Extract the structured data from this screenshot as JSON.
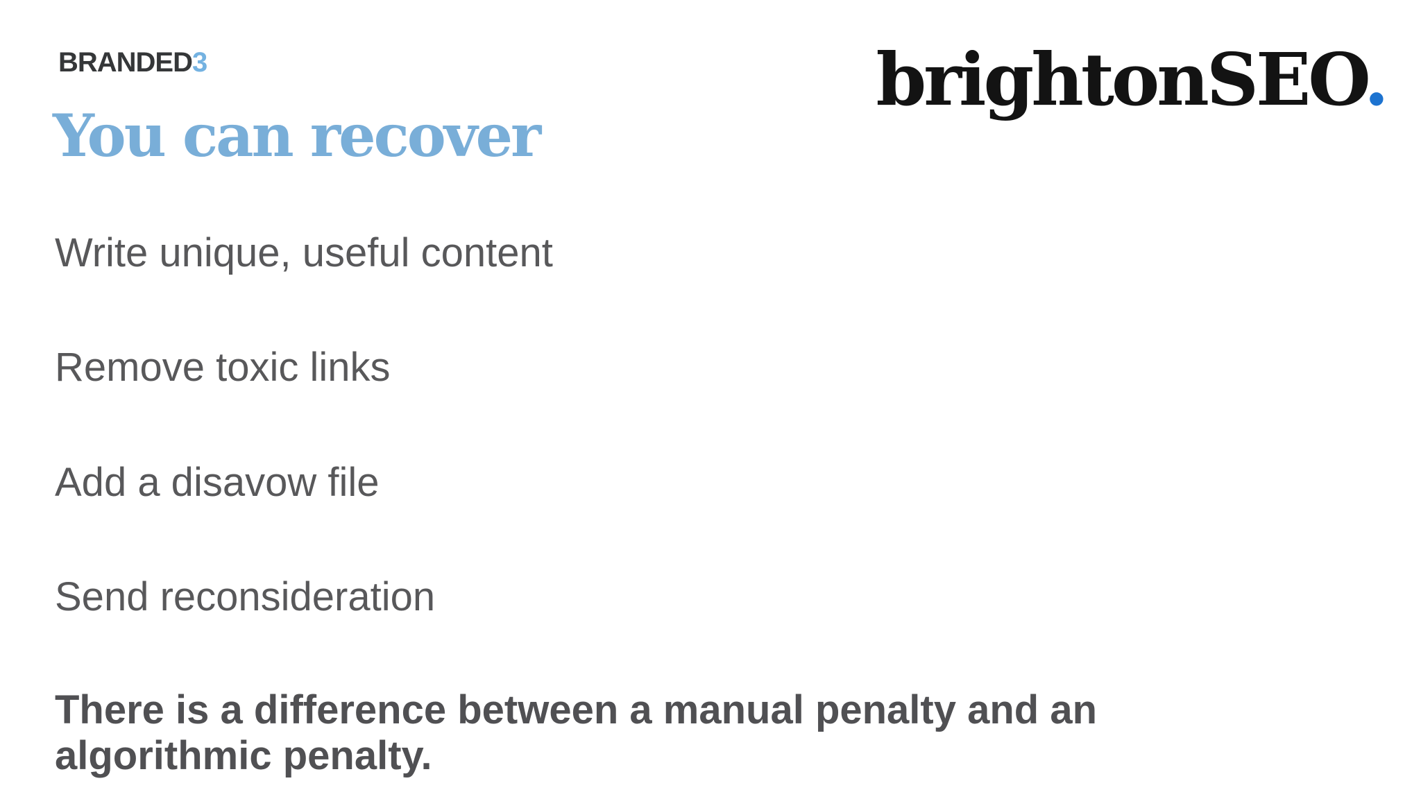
{
  "slide": {
    "logos": {
      "branded3": {
        "main": "BRANDED",
        "accent": "3"
      },
      "brightonseo": {
        "word": "brightonSEO",
        "dot": "."
      }
    },
    "title": {
      "text": "You can recover"
    },
    "bullets": [
      "Write unique, useful content",
      "Remove toxic links",
      "Add a disavow file",
      "Send reconsideration"
    ],
    "emphasis": {
      "line1": "There is a difference between a manual penalty and an",
      "line2": "algorithmic penalty."
    },
    "colors": {
      "body_text": "#58585a",
      "emphasis_text": "#505053",
      "title_color": "#79aed8",
      "branded_main": "#353739",
      "branded_accent": "#74b2e1",
      "brighton_text": "#131313",
      "brighton_dot": "#1d73d0",
      "slide_bg": "#ffffff"
    }
  }
}
